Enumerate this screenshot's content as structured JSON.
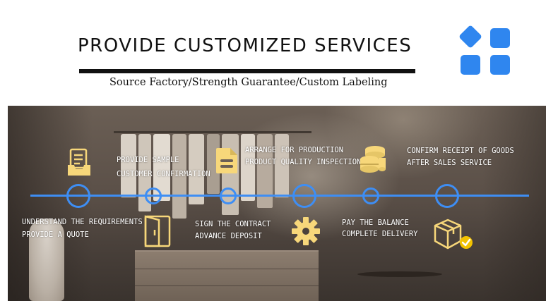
{
  "header": {
    "title": "PROVIDE CUSTOMIZED SERVICES",
    "subtitle": "Source Factory/Strength Guarantee/Custom Labeling"
  },
  "colors": {
    "accent": "#3e8ef4",
    "icon": "#f7d77a",
    "badge": "#f2c200"
  },
  "steps": [
    {
      "position": "below",
      "line1": "UNDERSTAND THE REQUIREMENTS",
      "line2": "PROVIDE A QUOTE",
      "icon": "clipboard-tray-icon"
    },
    {
      "position": "above",
      "line1": "PROVIDE SAMPLE",
      "line2": "CUSTOMER CONFIRMATION",
      "icon": ""
    },
    {
      "position": "below",
      "line1": "SIGN THE CONTRACT",
      "line2": "ADVANCE DEPOSIT",
      "icon": "door-icon"
    },
    {
      "position": "above",
      "line1": "ARRANGE FOR PRODUCTION",
      "line2": "PRODUCT QUALITY INSPECTION",
      "icon": "document-icon"
    },
    {
      "position": "below",
      "line1": "PAY THE BALANCE",
      "line2": "COMPLETE DELIVERY",
      "icon": "gear-icon"
    },
    {
      "position": "above",
      "line1": "CONFIRM RECEIPT OF GOODS",
      "line2": "AFTER SALES SERVICE",
      "icon": "coin-stack-icon"
    }
  ],
  "extra_icons": [
    "package-check-icon"
  ]
}
